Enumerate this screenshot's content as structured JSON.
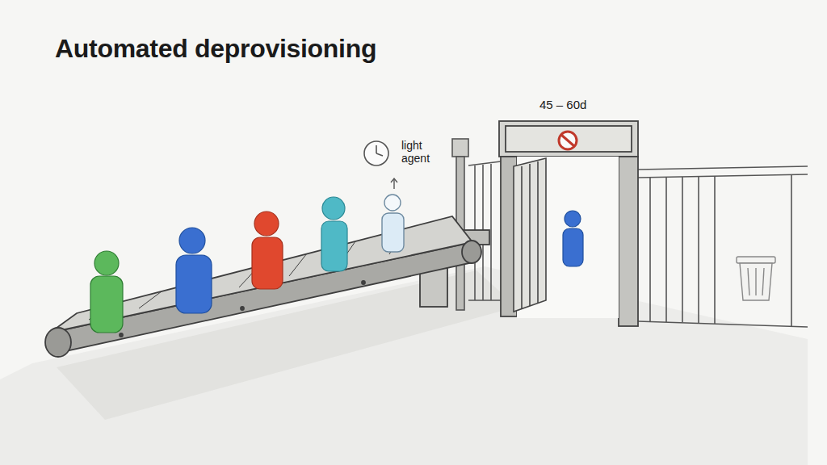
{
  "diagram": {
    "title": "Automated deprovisioning",
    "labels": [
      "light agent",
      "45 – 60d"
    ]
  }
}
